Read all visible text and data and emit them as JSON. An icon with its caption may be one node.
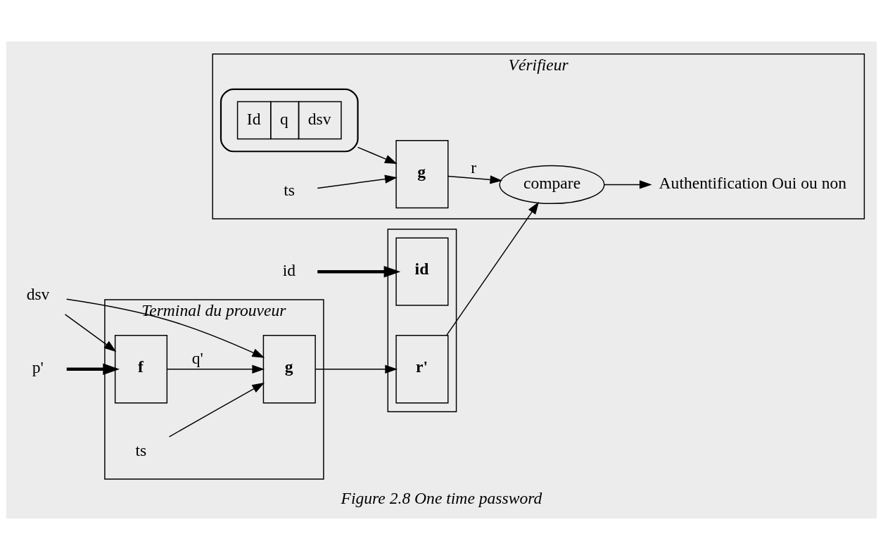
{
  "diagram": {
    "caption": "Figure 2.8 One time password",
    "nodes": [
      {
        "text": [
          "Terminal du prouveur"
        ]
      },
      {
        "text": [
          "f"
        ],
        "in": 0
      },
      {
        "text": [
          "g"
        ],
        "in": 0
      },
      {
        "text": [
          "p'"
        ]
      },
      {
        "text": [
          "dsv"
        ]
      },
      {
        "text": [
          "ts"
        ],
        "in": 0
      },
      {
        "text": [],
        "shape": "box"
      },
      {
        "text": [
          "r'"
        ],
        "in": 6
      },
      {
        "text": [
          "id"
        ],
        "in": 6
      },
      {
        "text": [
          "id"
        ]
      },
      {
        "text": [
          "Vérifieur"
        ]
      },
      {
        "text": [],
        "shape": "cylinder",
        "in": 10
      },
      {
        "text": [
          "Id",
          "q",
          "dsv"
        ],
        "in": 11
      },
      {
        "text": [
          "g"
        ],
        "in": 10
      },
      {
        "text": [
          "ts"
        ],
        "in": 10
      },
      {
        "text": [
          "compare"
        ],
        "in": 10
      },
      {
        "text": [
          "Authentification Oui ou non"
        ],
        "in": 10
      }
    ],
    "edges": [
      {
        "from": 3,
        "to": 1,
        "arrow": "to",
        "style": "thick"
      },
      {
        "from": 4,
        "to": 1,
        "arrow": "to"
      },
      {
        "from": 4,
        "to": 2,
        "arrow": "to"
      },
      {
        "from": 5,
        "to": 2,
        "arrow": "to"
      },
      {
        "from": 1,
        "to": 2,
        "arrow": "to",
        "label": "q'"
      },
      {
        "from": 2,
        "to": 7,
        "arrow": "to"
      },
      {
        "from": 9,
        "to": 8,
        "arrow": "to",
        "style": "thick"
      },
      {
        "from": 11,
        "to": 13,
        "arrow": "to"
      },
      {
        "from": 14,
        "to": 13,
        "arrow": "to"
      },
      {
        "from": 13,
        "to": 15,
        "arrow": "to",
        "label": "r"
      },
      {
        "from": 7,
        "to": 15,
        "arrow": "to"
      },
      {
        "from": 15,
        "to": 16,
        "arrow": "to"
      }
    ]
  }
}
